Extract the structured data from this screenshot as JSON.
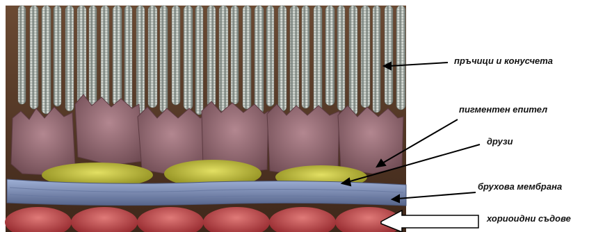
{
  "labels": {
    "rods_cones": "пръчици и конусчета",
    "pigment_epithelium": "пигментен епител",
    "drusen": "друзи",
    "bruch_membrane": "брухова мембрана",
    "choroid_vessels": "хориоидни съдове"
  },
  "colors": {
    "photoreceptor": "#b9bfb7",
    "pigment_cell": "#9c6e77",
    "drusen": "#c9c43a",
    "bruch": "#7f8fb4",
    "choroid": "#b3363b",
    "background": "#5a3b28"
  }
}
